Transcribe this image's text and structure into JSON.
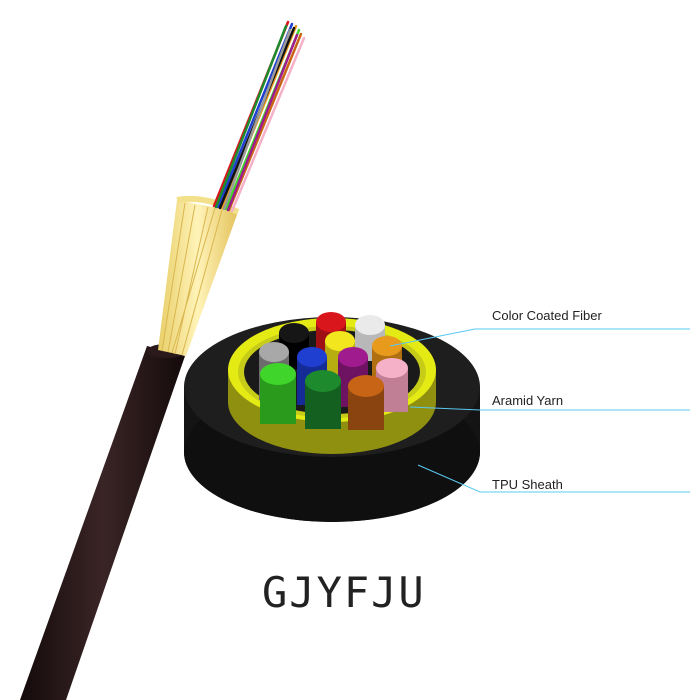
{
  "product": {
    "model": "GJYFJU"
  },
  "callouts": [
    {
      "label": "Color Coated Fiber"
    },
    {
      "label": "Aramid Yarn"
    },
    {
      "label": "TPU Sheath"
    }
  ],
  "colors": {
    "sheath": "#231415",
    "aramid_yarn": "#f6e79c",
    "inner_ring": "#e4ea14",
    "callout_line": "#5ac8f0",
    "fibers": [
      "#d8161c",
      "#eaeaea",
      "#111111",
      "#f2e71e",
      "#e89a1d",
      "#9a9a9a",
      "#1f3fd0",
      "#a01c8e",
      "#f4b1c7",
      "#3fd52a",
      "#1e8a2e",
      "#c86416"
    ]
  }
}
